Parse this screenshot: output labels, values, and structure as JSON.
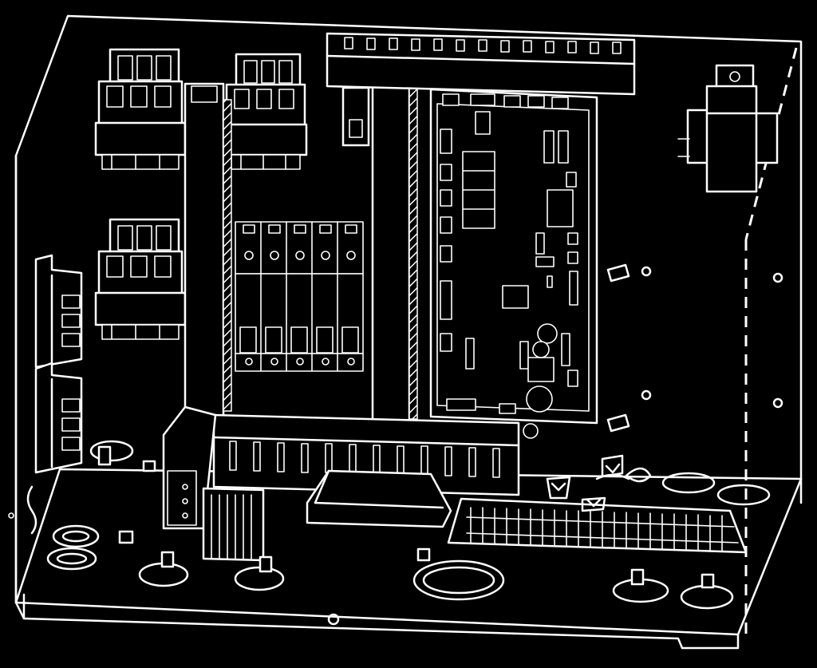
{
  "figure": {
    "colors": {
      "background": "#000000",
      "line": "#ffffff"
    },
    "components": [
      "contactor",
      "terminal-block",
      "fuse-holder",
      "circuit-board",
      "transformer",
      "cable-duct",
      "knockout",
      "standoff",
      "mounting-clip"
    ]
  }
}
